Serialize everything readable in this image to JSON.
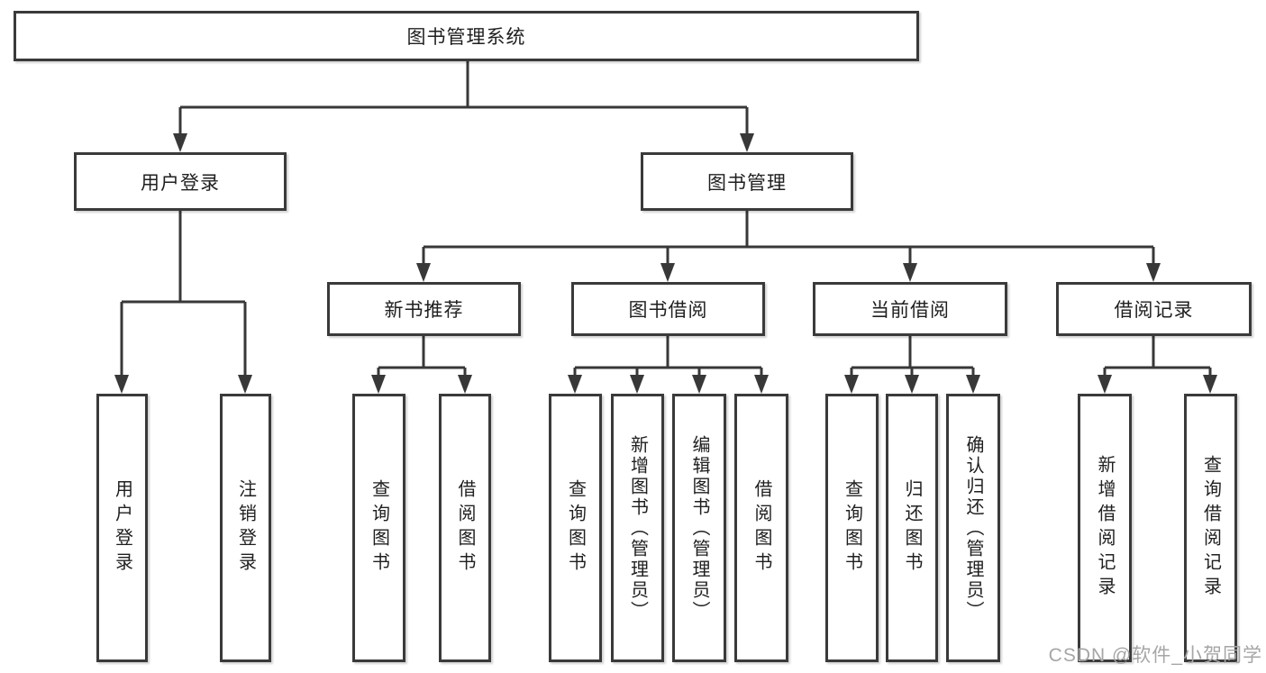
{
  "diagram": {
    "type": "hierarchy",
    "colors": {
      "line": "#383838",
      "box_border": "#3a3a3a",
      "box_fill": "#ffffff",
      "text": "#1f1f1f",
      "background": "#ffffff",
      "watermark_text": "#a6a6a6"
    },
    "tree": {
      "label": "图书管理系统",
      "children": [
        {
          "label": "用户登录",
          "children": [
            {
              "label": "用户登录"
            },
            {
              "label": "注销登录"
            }
          ]
        },
        {
          "label": "图书管理",
          "children": [
            {
              "label": "新书推荐",
              "children": [
                {
                  "label": "查询图书"
                },
                {
                  "label": "借阅图书"
                }
              ]
            },
            {
              "label": "图书借阅",
              "children": [
                {
                  "label": "查询图书"
                },
                {
                  "label": "新增图书（管理员）"
                },
                {
                  "label": "编辑图书（管理员）"
                },
                {
                  "label": "借阅图书"
                }
              ]
            },
            {
              "label": "当前借阅",
              "children": [
                {
                  "label": "查询图书"
                },
                {
                  "label": "归还图书"
                },
                {
                  "label": "确认归还（管理员）"
                }
              ]
            },
            {
              "label": "借阅记录",
              "children": [
                {
                  "label": "新增借阅记录"
                },
                {
                  "label": "查询借阅记录"
                }
              ]
            }
          ]
        }
      ]
    },
    "watermark": "CSDN @软件_小贺同学"
  }
}
